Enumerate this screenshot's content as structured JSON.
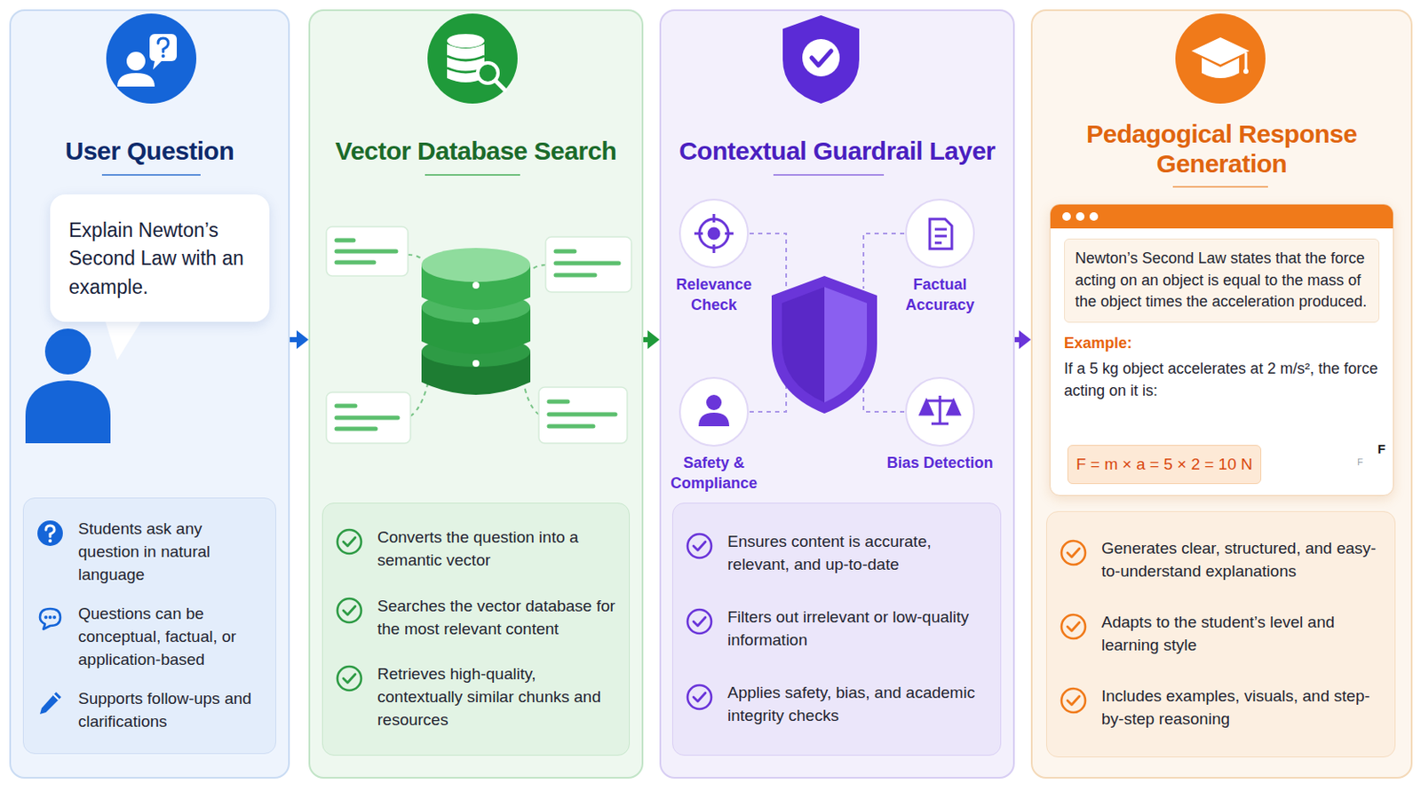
{
  "diagram": {
    "nodes": [
      {
        "text": [
          "User Question"
        ]
      },
      {
        "text": [
          "Explain Newton’s Second Law with an example."
        ],
        "in": 0
      },
      {
        "text": [
          "Students ask any question in natural language",
          "Questions can be conceptual, factual, or application-based",
          "Supports follow-ups and clarifications"
        ],
        "in": 0
      },
      {
        "text": [
          "Vector Database Search"
        ]
      },
      {
        "text": [
          "Converts the question into a semantic vector",
          "Searches the vector database for the most relevant content",
          "Retrieves high-quality, contextually similar chunks and resources"
        ],
        "in": 3
      },
      {
        "text": [
          "Contextual Guardrail Layer"
        ]
      },
      {
        "text": [
          "Relevance Check"
        ],
        "in": 5
      },
      {
        "text": [
          "Factual Accuracy"
        ],
        "in": 5
      },
      {
        "text": [
          "Safety & Compliance"
        ],
        "in": 5
      },
      {
        "text": [
          "Bias Detection"
        ],
        "in": 5
      },
      {
        "text": [
          "Ensures content is accurate, relevant, and up-to-date",
          "Filters out irrelevant or low-quality information",
          "Applies safety, bias, and academic integrity checks"
        ],
        "in": 5
      },
      {
        "text": [
          "Pedagogical Response Generation"
        ]
      },
      {
        "text": [
          "Newton’s Second Law states that the force acting on an object is equal to the mass of the object times the acceleration produced.",
          "Example:",
          "If a 5 kg object accelerates at 2 m/s², the force acting on it is:"
        ],
        "in": 11
      },
      {
        "text": [
          "F = m × a = 5 × 2 = 10 N"
        ],
        "in": 12
      },
      {
        "text": [
          "Generates clear, structured, and easy-to-understand explanations",
          "Adapts to the student’s level and learning style",
          "Includes examples, visuals, and step-by-step reasoning"
        ],
        "in": 11
      }
    ],
    "edges": [
      {
        "from": 0,
        "to": 3,
        "arrow": "to"
      },
      {
        "from": 3,
        "to": 5,
        "arrow": "to"
      },
      {
        "from": 5,
        "to": 11,
        "arrow": "to"
      }
    ],
    "labels": [
      "F",
      "F"
    ]
  }
}
